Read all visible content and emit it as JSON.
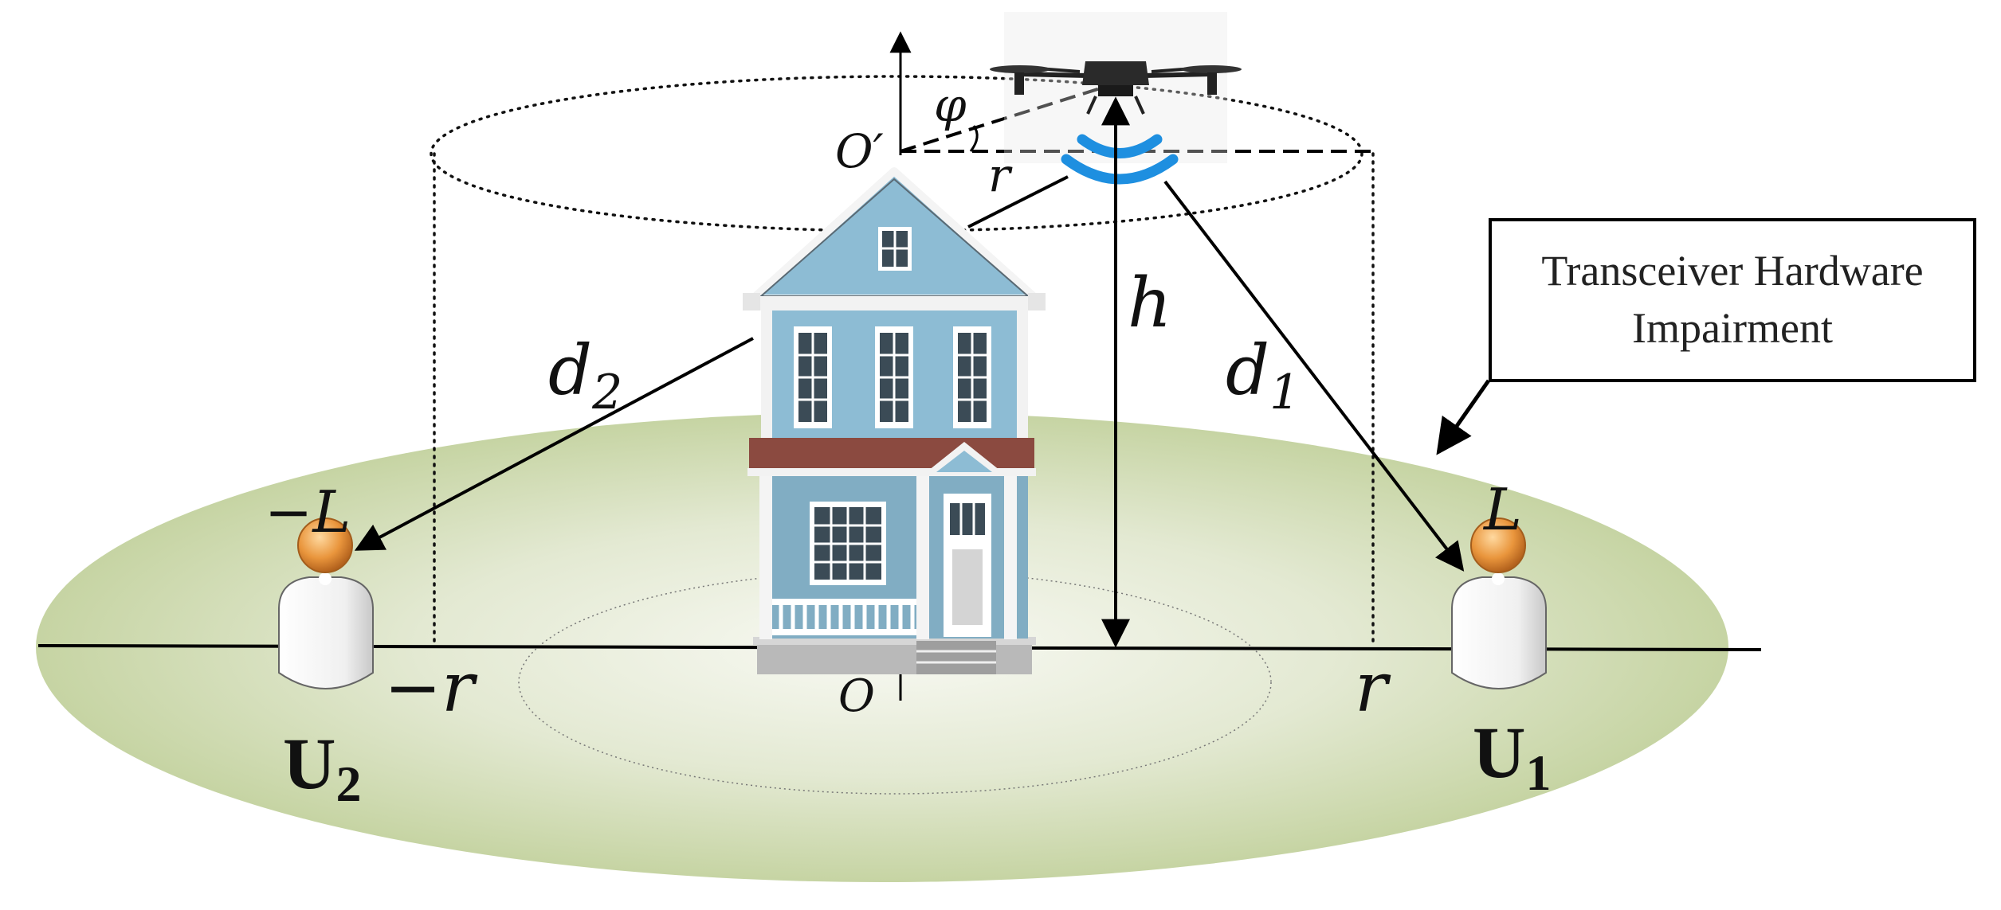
{
  "labels": {
    "origin": "O",
    "origin_top": "O′",
    "angle": "φ",
    "radius_top": "r",
    "radius_pos": "r",
    "radius_neg": "−r",
    "height": "h",
    "dist1_base": "d",
    "dist1_sub": "1",
    "dist2_base": "d",
    "dist2_sub": "2",
    "pos_L": "L",
    "neg_L": "−L",
    "user1_base": "U",
    "user1_sub": "1",
    "user2_base": "U",
    "user2_sub": "2"
  },
  "callout": {
    "line1": "Transceiver Hardware",
    "line2": "Impairment"
  },
  "icons": {
    "drone": "drone-icon",
    "signal": "wireless-signal-icon",
    "house": "house-icon",
    "user": "user-icon"
  },
  "colors": {
    "ground": "#c9d6a8",
    "ground_center": "#f7f8f2",
    "signal": "#1e8fe0",
    "house_wall": "#8dbcd4",
    "roof_trim": "#8b4a40"
  }
}
